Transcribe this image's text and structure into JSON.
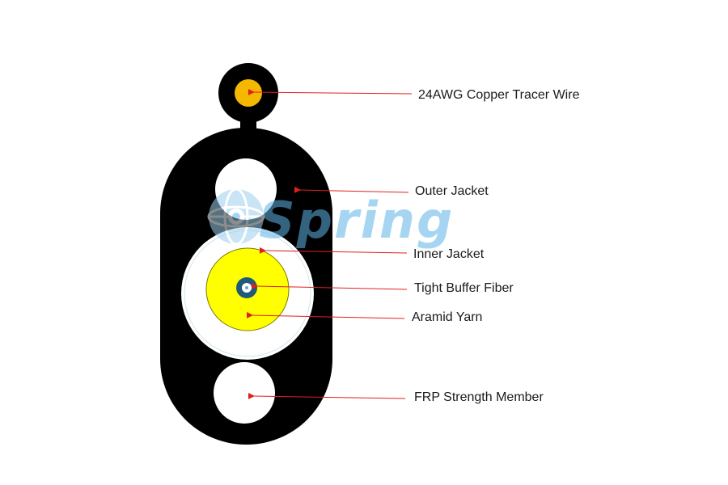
{
  "watermark": {
    "text": "Spring"
  },
  "components": [
    {
      "id": "copper-tracer-wire",
      "label": "24AWG Copper Tracer Wire",
      "color": "#f5b800"
    },
    {
      "id": "outer-jacket",
      "label": "Outer Jacket",
      "color": "#000000"
    },
    {
      "id": "inner-jacket",
      "label": "Inner Jacket",
      "color": "#ffffff"
    },
    {
      "id": "tight-buffer-fiber",
      "label": "Tight Buffer Fiber",
      "color": "#1f5a7a"
    },
    {
      "id": "aramid-yarn",
      "label": "Aramid Yarn",
      "color": "#ffff00"
    },
    {
      "id": "frp-strength-member",
      "label": "FRP Strength Member",
      "color": "#ffffff"
    }
  ],
  "colors": {
    "leader_line": "#e02020",
    "arrow": "#e02020"
  }
}
